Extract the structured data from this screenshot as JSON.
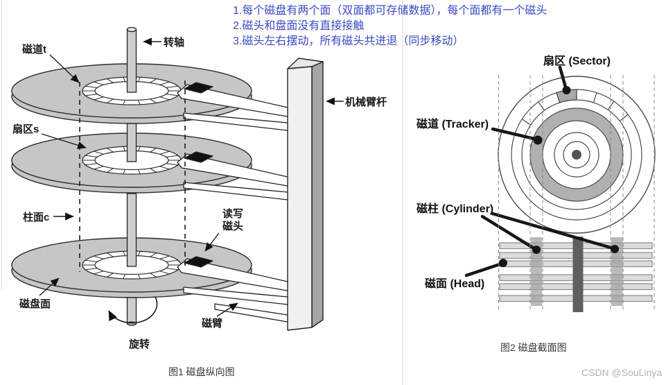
{
  "notes": {
    "line1": "1.每个磁盘有两个面（双面都可存储数据），每个面都有一个磁头",
    "line2": "2.磁头和盘面没有直接接触",
    "line3": "3.磁头左右摆动，所有磁头共进退（同步移动）"
  },
  "figure1": {
    "caption": "图1 磁盘纵向图",
    "labels": {
      "track": "磁道t",
      "spindle": "转轴",
      "sector": "扇区s",
      "cylinder": "柱面c",
      "actuator_rod": "机械臂杆",
      "rw_head_line1": "读写",
      "rw_head_line2": "磁头",
      "disk_surface": "磁盘面",
      "rotation": "旋转",
      "arm": "磁臂"
    }
  },
  "figure2": {
    "caption": "图2 磁盘截面图",
    "labels": {
      "sector": "扇区 (Sector)",
      "track": "磁道 (Tracker)",
      "cylinder": "磁柱 (Cylinder)",
      "head": "磁面 (Head)"
    }
  },
  "watermark": "CSDN @SouLinya",
  "colors": {
    "note_blue": "#3a49c4",
    "label_black": "#1a1a1a",
    "caption_gray": "#3a3a3a",
    "watermark_gray": "#b3b3b3",
    "platter_gray": "#c6c6c6",
    "track_ring_gray": "#b1b1b1",
    "spindle_dark": "#5f5f5f"
  }
}
